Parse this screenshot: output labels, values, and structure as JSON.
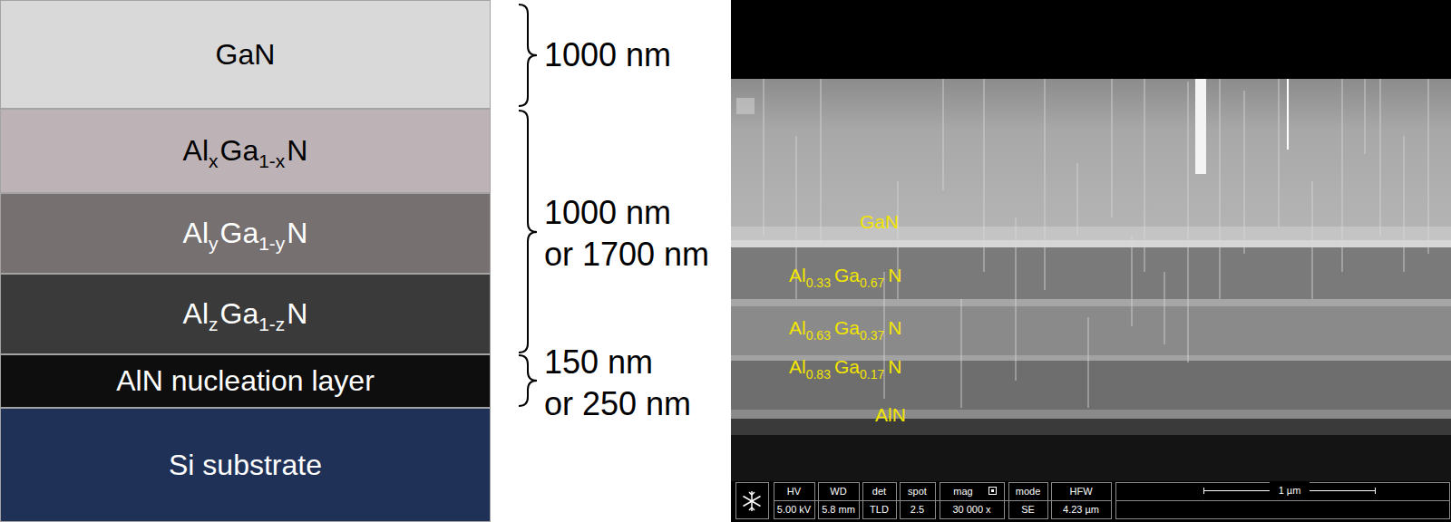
{
  "diagram": {
    "nodes": [
      {
        "text": [
          "GaN"
        ]
      },
      {
        "text": [
          "AlxGa1-xN"
        ]
      },
      {
        "text": [
          "AlyGa1-yN"
        ]
      },
      {
        "text": [
          "AlzGa1-zN"
        ]
      },
      {
        "text": [
          "AlN nucleation layer"
        ]
      },
      {
        "text": [
          "Si substrate"
        ]
      }
    ],
    "labels": [
      "1000 nm",
      "1000 nm or 1700 nm",
      "150 nm or 250 nm",
      "GaN",
      "Al0.33Ga0.67N",
      "Al0.63Ga0.37N",
      "Al0.83Ga0.17N",
      "AlN",
      "HV",
      "5.00 kV",
      "WD",
      "5.8 mm",
      "det",
      "TLD",
      "spot",
      "2.5",
      "mag",
      "30 000 x",
      "mode",
      "SE",
      "HFW",
      "4.23 µm",
      "1 µm"
    ]
  }
}
